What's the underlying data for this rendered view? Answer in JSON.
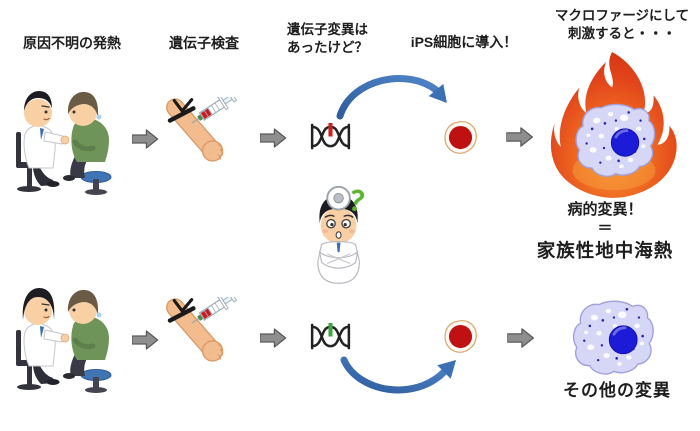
{
  "headers": {
    "step1": "原因不明の発熱",
    "step2": "遺伝子検査",
    "step3_line1": "遺伝子変異は",
    "step3_line2": "あったけど？",
    "step4": "iPS細胞に導入！",
    "step5_line1": "マクロファージにして",
    "step5_line2": "刺激すると・・・"
  },
  "results": {
    "pathogenic_line1": "病的変異！",
    "pathogenic_equals": "＝",
    "pathogenic_line2": "家族性地中海熱",
    "other": "その他の変異"
  },
  "thinking_doctor": {
    "question_mark": "？"
  },
  "colors": {
    "flame_orange": "#e8481c",
    "macrophage_body": "#d6d6f6",
    "nucleus_blue": "#1c1cd8",
    "cell_red": "#bf1111",
    "dna_mutation_red": "#cc2020",
    "dna_mutation_green": "#3fa53f",
    "arrow_gray": "#8e8e8e",
    "arrow_blue": "#3c70b4",
    "question_green": "#5bb52a"
  }
}
